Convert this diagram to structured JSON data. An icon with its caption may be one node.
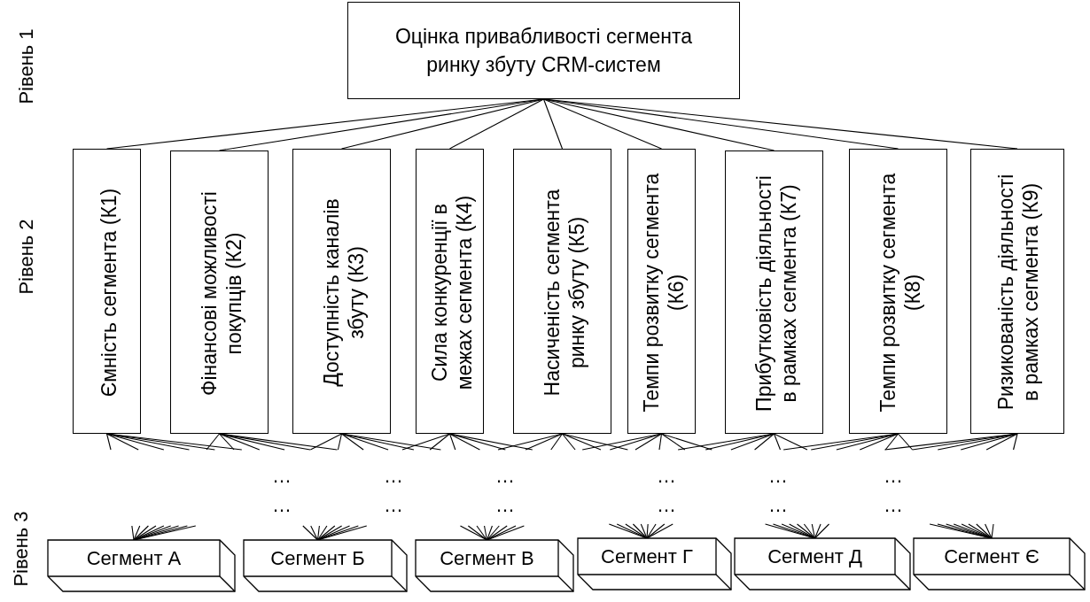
{
  "diagram": {
    "nodes": [
      {
        "text": [
          "Оцінка привабливості сегмента ринку збуту CRM-систем"
        ]
      },
      {
        "text": [
          "Ємність сегмента (К1)"
        ]
      },
      {
        "text": [
          "Фінансові можливості покупців (К2)"
        ]
      },
      {
        "text": [
          "Доступність каналів збуту (К3)"
        ]
      },
      {
        "text": [
          "Сила конкуренції в межах сегмента (К4)"
        ]
      },
      {
        "text": [
          "Насиченість сегмента ринку збуту (К5)"
        ]
      },
      {
        "text": [
          "Темпи розвитку сегмента (К6)"
        ]
      },
      {
        "text": [
          "Прибутковість діяльності в рамках сегмента (К7)"
        ]
      },
      {
        "text": [
          "Темпи розвитку сегмента (К8)"
        ]
      },
      {
        "text": [
          "Ризикованість діяльності в рамках сегмента (К9)"
        ]
      },
      {
        "text": [
          "Сегмент А"
        ]
      },
      {
        "text": [
          "Сегмент Б"
        ]
      },
      {
        "text": [
          "Сегмент В"
        ]
      },
      {
        "text": [
          "Сегмент Г"
        ]
      },
      {
        "text": [
          "Сегмент Д"
        ]
      },
      {
        "text": [
          "Сегмент Є"
        ]
      }
    ],
    "edges": [
      {
        "from": 0,
        "to": 1,
        "arrow": "none"
      },
      {
        "from": 0,
        "to": 2,
        "arrow": "none"
      },
      {
        "from": 0,
        "to": 3,
        "arrow": "none"
      },
      {
        "from": 0,
        "to": 4,
        "arrow": "none"
      },
      {
        "from": 0,
        "to": 5,
        "arrow": "none"
      },
      {
        "from": 0,
        "to": 6,
        "arrow": "none"
      },
      {
        "from": 0,
        "to": 7,
        "arrow": "none"
      },
      {
        "from": 0,
        "to": 8,
        "arrow": "none"
      },
      {
        "from": 0,
        "to": 9,
        "arrow": "none"
      },
      {
        "from": 1,
        "to": null,
        "arrow": "none"
      },
      {
        "from": 1,
        "to": null,
        "arrow": "none"
      },
      {
        "from": 1,
        "to": null,
        "arrow": "none"
      },
      {
        "from": 1,
        "to": null,
        "arrow": "none"
      },
      {
        "from": 1,
        "to": null,
        "arrow": "none"
      },
      {
        "from": 1,
        "to": null,
        "arrow": "none"
      },
      {
        "from": 2,
        "to": null,
        "arrow": "none"
      },
      {
        "from": 2,
        "to": null,
        "arrow": "none"
      },
      {
        "from": 2,
        "to": null,
        "arrow": "none"
      },
      {
        "from": 2,
        "to": null,
        "arrow": "none"
      },
      {
        "from": 2,
        "to": null,
        "arrow": "none"
      },
      {
        "from": 2,
        "to": null,
        "arrow": "none"
      },
      {
        "from": 3,
        "to": null,
        "arrow": "none"
      },
      {
        "from": 3,
        "to": null,
        "arrow": "none"
      },
      {
        "from": 3,
        "to": null,
        "arrow": "none"
      },
      {
        "from": 3,
        "to": null,
        "arrow": "none"
      },
      {
        "from": 3,
        "to": null,
        "arrow": "none"
      },
      {
        "from": 3,
        "to": null,
        "arrow": "none"
      },
      {
        "from": 4,
        "to": null,
        "arrow": "none"
      },
      {
        "from": 4,
        "to": null,
        "arrow": "none"
      },
      {
        "from": 4,
        "to": null,
        "arrow": "none"
      },
      {
        "from": 4,
        "to": null,
        "arrow": "none"
      },
      {
        "from": 4,
        "to": null,
        "arrow": "none"
      },
      {
        "from": 4,
        "to": null,
        "arrow": "none"
      },
      {
        "from": 5,
        "to": null,
        "arrow": "none"
      },
      {
        "from": 5,
        "to": null,
        "arrow": "none"
      },
      {
        "from": 5,
        "to": null,
        "arrow": "none"
      },
      {
        "from": 5,
        "to": null,
        "arrow": "none"
      },
      {
        "from": 5,
        "to": null,
        "arrow": "none"
      },
      {
        "from": 5,
        "to": null,
        "arrow": "none"
      },
      {
        "from": 6,
        "to": null,
        "arrow": "none"
      },
      {
        "from": 6,
        "to": null,
        "arrow": "none"
      },
      {
        "from": 6,
        "to": null,
        "arrow": "none"
      },
      {
        "from": 6,
        "to": null,
        "arrow": "none"
      },
      {
        "from": 6,
        "to": null,
        "arrow": "none"
      },
      {
        "from": 6,
        "to": null,
        "arrow": "none"
      },
      {
        "from": 7,
        "to": null,
        "arrow": "none"
      },
      {
        "from": 7,
        "to": null,
        "arrow": "none"
      },
      {
        "from": 7,
        "to": null,
        "arrow": "none"
      },
      {
        "from": 7,
        "to": null,
        "arrow": "none"
      },
      {
        "from": 7,
        "to": null,
        "arrow": "none"
      },
      {
        "from": 7,
        "to": null,
        "arrow": "none"
      },
      {
        "from": 8,
        "to": null,
        "arrow": "none"
      },
      {
        "from": 8,
        "to": null,
        "arrow": "none"
      },
      {
        "from": 8,
        "to": null,
        "arrow": "none"
      },
      {
        "from": 8,
        "to": null,
        "arrow": "none"
      },
      {
        "from": 8,
        "to": null,
        "arrow": "none"
      },
      {
        "from": 8,
        "to": null,
        "arrow": "none"
      },
      {
        "from": 9,
        "to": null,
        "arrow": "none"
      },
      {
        "from": 9,
        "to": null,
        "arrow": "none"
      },
      {
        "from": 9,
        "to": null,
        "arrow": "none"
      },
      {
        "from": 9,
        "to": null,
        "arrow": "none"
      },
      {
        "from": 9,
        "to": null,
        "arrow": "none"
      },
      {
        "from": 9,
        "to": null,
        "arrow": "none"
      },
      {
        "from": null,
        "to": 10,
        "arrow": "none"
      },
      {
        "from": null,
        "to": 10,
        "arrow": "none"
      },
      {
        "from": null,
        "to": 10,
        "arrow": "none"
      },
      {
        "from": null,
        "to": 10,
        "arrow": "none"
      },
      {
        "from": null,
        "to": 10,
        "arrow": "none"
      },
      {
        "from": null,
        "to": 10,
        "arrow": "none"
      },
      {
        "from": null,
        "to": 10,
        "arrow": "none"
      },
      {
        "from": null,
        "to": 10,
        "arrow": "none"
      },
      {
        "from": null,
        "to": 10,
        "arrow": "none"
      },
      {
        "from": null,
        "to": 11,
        "arrow": "none"
      },
      {
        "from": null,
        "to": 11,
        "arrow": "none"
      },
      {
        "from": null,
        "to": 11,
        "arrow": "none"
      },
      {
        "from": null,
        "to": 11,
        "arrow": "none"
      },
      {
        "from": null,
        "to": 11,
        "arrow": "none"
      },
      {
        "from": null,
        "to": 11,
        "arrow": "none"
      },
      {
        "from": null,
        "to": 11,
        "arrow": "none"
      },
      {
        "from": null,
        "to": 11,
        "arrow": "none"
      },
      {
        "from": null,
        "to": 11,
        "arrow": "none"
      },
      {
        "from": null,
        "to": 12,
        "arrow": "none"
      },
      {
        "from": null,
        "to": 12,
        "arrow": "none"
      },
      {
        "from": null,
        "to": 12,
        "arrow": "none"
      },
      {
        "from": null,
        "to": 12,
        "arrow": "none"
      },
      {
        "from": null,
        "to": 12,
        "arrow": "none"
      },
      {
        "from": null,
        "to": 12,
        "arrow": "none"
      },
      {
        "from": null,
        "to": 12,
        "arrow": "none"
      },
      {
        "from": null,
        "to": 12,
        "arrow": "none"
      },
      {
        "from": null,
        "to": 12,
        "arrow": "none"
      },
      {
        "from": null,
        "to": 13,
        "arrow": "none"
      },
      {
        "from": null,
        "to": 13,
        "arrow": "none"
      },
      {
        "from": null,
        "to": 13,
        "arrow": "none"
      },
      {
        "from": null,
        "to": 13,
        "arrow": "none"
      },
      {
        "from": null,
        "to": 13,
        "arrow": "none"
      },
      {
        "from": null,
        "to": 13,
        "arrow": "none"
      },
      {
        "from": null,
        "to": 13,
        "arrow": "none"
      },
      {
        "from": null,
        "to": 13,
        "arrow": "none"
      },
      {
        "from": null,
        "to": 13,
        "arrow": "none"
      },
      {
        "from": null,
        "to": 14,
        "arrow": "none"
      },
      {
        "from": null,
        "to": 14,
        "arrow": "none"
      },
      {
        "from": null,
        "to": 14,
        "arrow": "none"
      },
      {
        "from": null,
        "to": 14,
        "arrow": "none"
      },
      {
        "from": null,
        "to": 14,
        "arrow": "none"
      },
      {
        "from": null,
        "to": 14,
        "arrow": "none"
      },
      {
        "from": null,
        "to": 14,
        "arrow": "none"
      },
      {
        "from": null,
        "to": 14,
        "arrow": "none"
      },
      {
        "from": null,
        "to": 14,
        "arrow": "none"
      },
      {
        "from": null,
        "to": 15,
        "arrow": "none"
      },
      {
        "from": null,
        "to": 15,
        "arrow": "none"
      },
      {
        "from": null,
        "to": 15,
        "arrow": "none"
      },
      {
        "from": null,
        "to": 15,
        "arrow": "none"
      },
      {
        "from": null,
        "to": 15,
        "arrow": "none"
      },
      {
        "from": null,
        "to": 15,
        "arrow": "none"
      },
      {
        "from": null,
        "to": 15,
        "arrow": "none"
      },
      {
        "from": null,
        "to": 15,
        "arrow": "none"
      },
      {
        "from": null,
        "to": 15,
        "arrow": "none"
      }
    ],
    "labels": [
      "Рівень 1",
      "Рівень 2",
      "…",
      "…",
      "…",
      "…",
      "…",
      "…",
      "…",
      "…",
      "…",
      "…",
      "…",
      "…",
      "Рівень 3"
    ]
  }
}
